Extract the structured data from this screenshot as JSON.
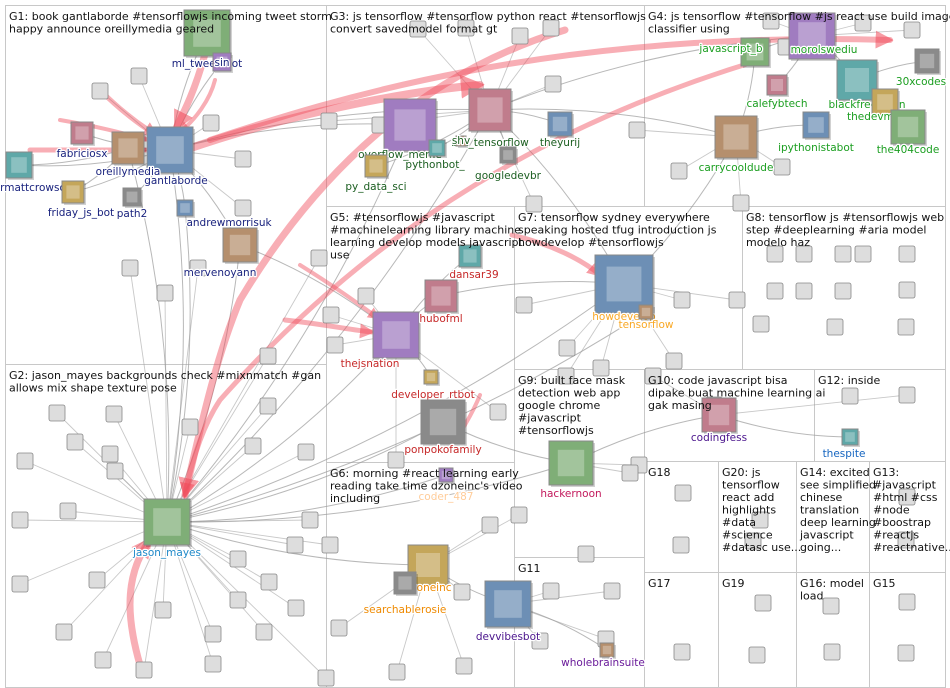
{
  "colors": {
    "panel_border": "#c8c8c8",
    "edge": "#9a9a9a",
    "strong_edge": "#f04b5a",
    "node_border": "#888888"
  },
  "groups": [
    {
      "id": "G1",
      "lines": [
        "G1: book gantlaborde #tensorflowjs incoming tweet storm",
        "happy announce oreillymedia geared"
      ]
    },
    {
      "id": "G2",
      "lines": [
        "G2: jason_mayes backgrounds check #mixnmatch #gan",
        "allows mix shape texture pose"
      ]
    },
    {
      "id": "G3",
      "lines": [
        "G3: js tensorflow #tensorflow python react #tensorflowjs",
        "convert savedmodel format gt"
      ]
    },
    {
      "id": "G4",
      "lines": [
        "G4: js tensorflow #tensorflow #js react use build image",
        "classifier using"
      ]
    },
    {
      "id": "G5",
      "lines": [
        "G5: #tensorflowjs #javascript",
        "#machinelearning library machine",
        "learning develop models javascript",
        "use"
      ]
    },
    {
      "id": "G6",
      "lines": [
        "G6: morning #react learning early",
        "reading take time dzoneinc's video",
        "including"
      ]
    },
    {
      "id": "G7",
      "lines": [
        "G7: tensorflow sydney everywhere",
        "speaking hosted tfug introduction js",
        "howdevelop #tensorflowjs"
      ]
    },
    {
      "id": "G8",
      "lines": [
        "G8: tensorflow js #tensorflowjs web",
        "step #deeplearning #aria model",
        "modelo haz"
      ]
    },
    {
      "id": "G9",
      "lines": [
        "G9: built face mask",
        "detection web app",
        "google chrome",
        "#javascript",
        "#tensorflowjs"
      ]
    },
    {
      "id": "G10",
      "lines": [
        "G10: code javascript bisa",
        "dipake buat machine learning ai",
        "gak masing"
      ]
    },
    {
      "id": "G11",
      "lines": [
        "G11"
      ]
    },
    {
      "id": "G12",
      "lines": [
        "G12: inside"
      ]
    },
    {
      "id": "G13",
      "lines": [
        "G13:",
        "#javascript",
        "#html #css",
        "#node",
        "#boostrap",
        "#reactjs",
        "#reactnative..."
      ]
    },
    {
      "id": "G14",
      "lines": [
        "G14: excited",
        "see simplified",
        "chinese",
        "translation",
        "deep learning",
        "javascript",
        "going..."
      ]
    },
    {
      "id": "G15",
      "lines": [
        "G15"
      ]
    },
    {
      "id": "G16",
      "lines": [
        "G16: model",
        "load"
      ]
    },
    {
      "id": "G17",
      "lines": [
        "G17"
      ]
    },
    {
      "id": "G18",
      "lines": [
        "G18"
      ]
    },
    {
      "id": "G19",
      "lines": [
        "G19"
      ]
    },
    {
      "id": "G20",
      "lines": [
        "G20: js",
        "tensorflow",
        "react add",
        "highlights",
        "#data",
        "#science",
        "#datasc use..."
      ]
    }
  ],
  "nodes": [
    {
      "id": "gantlaborde",
      "label": "gantlaborde",
      "color": "#1a237e"
    },
    {
      "id": "oreillymedia",
      "label": "oreillymedia",
      "color": "#1a237e"
    },
    {
      "id": "ml_tweet_bot",
      "label": "ml_tweet_bot",
      "color": "#1a237e"
    },
    {
      "id": "sin",
      "label": "sin",
      "color": "#1a237e"
    },
    {
      "id": "fabriciosx",
      "label": "fabriciosx",
      "color": "#1a237e"
    },
    {
      "id": "drmattcrowson",
      "label": "drmattcrowson",
      "color": "#1a237e"
    },
    {
      "id": "friday_js_bot",
      "label": "friday_js_bot",
      "color": "#1a237e"
    },
    {
      "id": "path2",
      "label": "path2",
      "color": "#1a237e"
    },
    {
      "id": "andrewmorrisuk",
      "label": "andrewmorrisuk",
      "color": "#1a237e"
    },
    {
      "id": "mervenoyann",
      "label": "mervenoyann",
      "color": "#1a237e"
    },
    {
      "id": "jason_mayes",
      "label": "jason_mayes",
      "color": "#1e88c8"
    },
    {
      "id": "overflow_meme",
      "label": "overflow_meme",
      "color": "#1b5e20"
    },
    {
      "id": "bot_tensorflow",
      "label": "bot_tensorflow",
      "color": "#1b5e20"
    },
    {
      "id": "pythonbot_",
      "label": "pythonbot_",
      "color": "#1b5e20"
    },
    {
      "id": "py_data_sci",
      "label": "py_data_sci",
      "color": "#1b5e20"
    },
    {
      "id": "googledevbr",
      "label": "googledevbr",
      "color": "#1b5e20"
    },
    {
      "id": "theyurij",
      "label": "theyurij",
      "color": "#1b5e20"
    },
    {
      "id": "shv",
      "label": "shv",
      "color": "#1b5e20"
    },
    {
      "id": "javascript_b",
      "label": "javascript_b",
      "color": "#1b9e20"
    },
    {
      "id": "morolswediu",
      "label": "morolswediu",
      "color": "#1b9e20"
    },
    {
      "id": "calefybtech",
      "label": "calefybtech",
      "color": "#1b9e20"
    },
    {
      "id": "blackfreeniken",
      "label": "blackfreeniken",
      "color": "#1b9e20"
    },
    {
      "id": "thedevmbot",
      "label": "thedevmbot",
      "color": "#1b9e20"
    },
    {
      "id": "30xcodes",
      "label": "30xcodes",
      "color": "#1b9e20"
    },
    {
      "id": "ipythonistabot",
      "label": "ipythonistabot",
      "color": "#1b9e20"
    },
    {
      "id": "carrycooldude",
      "label": "carrycooldude",
      "color": "#1b9e20"
    },
    {
      "id": "the404code",
      "label": "the404code",
      "color": "#1b9e20"
    },
    {
      "id": "thejsnation",
      "label": "thejsnation",
      "color": "#c62828"
    },
    {
      "id": "hubofml",
      "label": "hubofml",
      "color": "#c62828"
    },
    {
      "id": "dansar39",
      "label": "dansar39",
      "color": "#c62828"
    },
    {
      "id": "developer_rtbot",
      "label": "developer_rtbot",
      "color": "#c62828"
    },
    {
      "id": "ponpokofamily",
      "label": "ponpokofamily",
      "color": "#c62828"
    },
    {
      "id": "howdevelop",
      "label": "howdevelop",
      "color": "#f9a825"
    },
    {
      "id": "tensorflow",
      "label": "tensorflow",
      "color": "#f9a825"
    },
    {
      "id": "hackernoon",
      "label": "hackernoon",
      "color": "#c2185b"
    },
    {
      "id": "coder_487",
      "label": "coder_487",
      "color": "#ffcc99"
    },
    {
      "id": "codingfess",
      "label": "codingfess",
      "color": "#4a148c"
    },
    {
      "id": "thespite",
      "label": "thespite",
      "color": "#1565c0"
    },
    {
      "id": "dzoneinc",
      "label": "dzoneinc",
      "color": "#ef8a00"
    },
    {
      "id": "searchablerosie",
      "label": "searchablerosie",
      "color": "#ef8a00"
    },
    {
      "id": "devvibesbot",
      "label": "devvibesbot",
      "color": "#4a148c"
    },
    {
      "id": "wholebrainsuite",
      "label": "wholebrainsuite",
      "color": "#6a1b9a"
    }
  ]
}
